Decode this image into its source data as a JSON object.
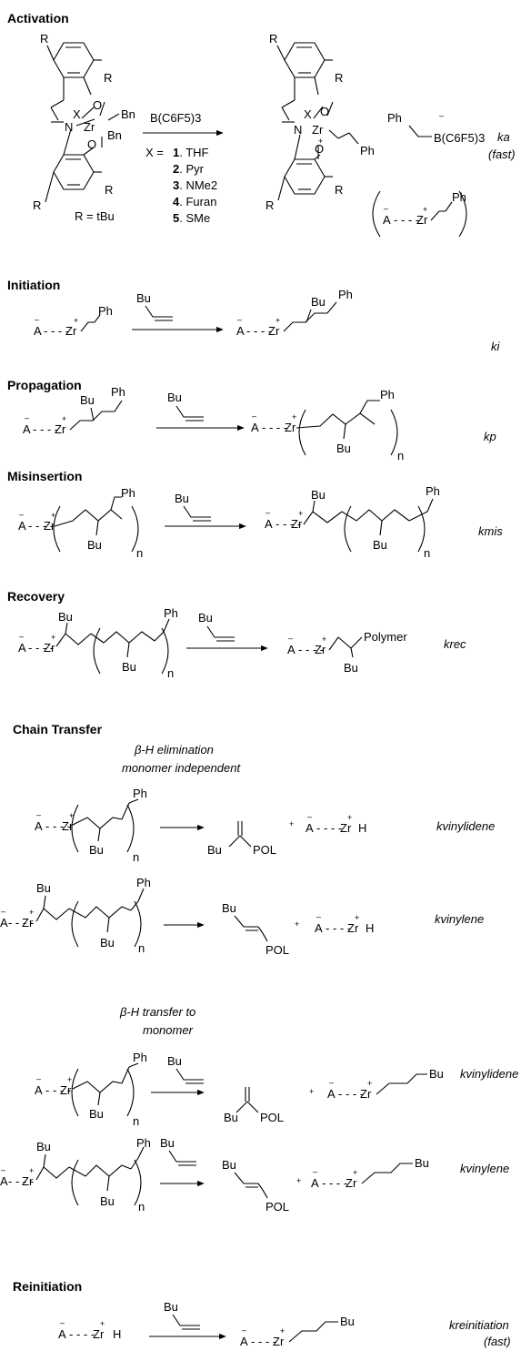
{
  "headers": {
    "activation": "Activation",
    "initiation": "Initiation",
    "propagation": "Propagation",
    "misinsertion": "Misinsertion",
    "recovery": "Recovery",
    "chain_transfer": "Chain Transfer",
    "reinitiation": "Reinitiation"
  },
  "subheaders": {
    "beta_h_elim_1": "β-H elimination",
    "beta_h_elim_2": "monomer independent",
    "beta_h_transfer_1": "β-H transfer to",
    "beta_h_transfer_2": "monomer"
  },
  "activation": {
    "R": "R",
    "O": "O",
    "N": "N",
    "X": "X",
    "Zr": "Zr",
    "Bn": "Bn",
    "Ph": "Ph",
    "plus": "+",
    "minus": "–",
    "reagent": "B(C6F5)3",
    "x_equals": "X =",
    "options": [
      {
        "num": "1",
        "name": ". THF"
      },
      {
        "num": "2",
        "name": ". Pyr"
      },
      {
        "num": "3",
        "name": ". NMe2"
      },
      {
        "num": "4",
        "name": ". Furan"
      },
      {
        "num": "5",
        "name": ". SMe"
      }
    ],
    "r_def": "R = tBu",
    "anion": "B(C6F5)3",
    "ion_pair_A": "A",
    "ion_pair_dots": "- - - -",
    "rate": "ka",
    "rate_note": "(fast)"
  },
  "common": {
    "A": "A",
    "Zr": "Zr",
    "Bu": "Bu",
    "Ph": "Ph",
    "H": "H",
    "n": "n",
    "POL": "POL",
    "Polymer": "Polymer",
    "plus": "+",
    "minus": "–"
  },
  "rates": {
    "k_i": "ki",
    "k_p": "kp",
    "k_mis": "kmis",
    "k_rec": "krec",
    "k_vinylidene": "kvinylidene",
    "k_vinylene": "kvinylene",
    "k_reinitiation": "kreinitiation",
    "reinit_note": "(fast)"
  }
}
